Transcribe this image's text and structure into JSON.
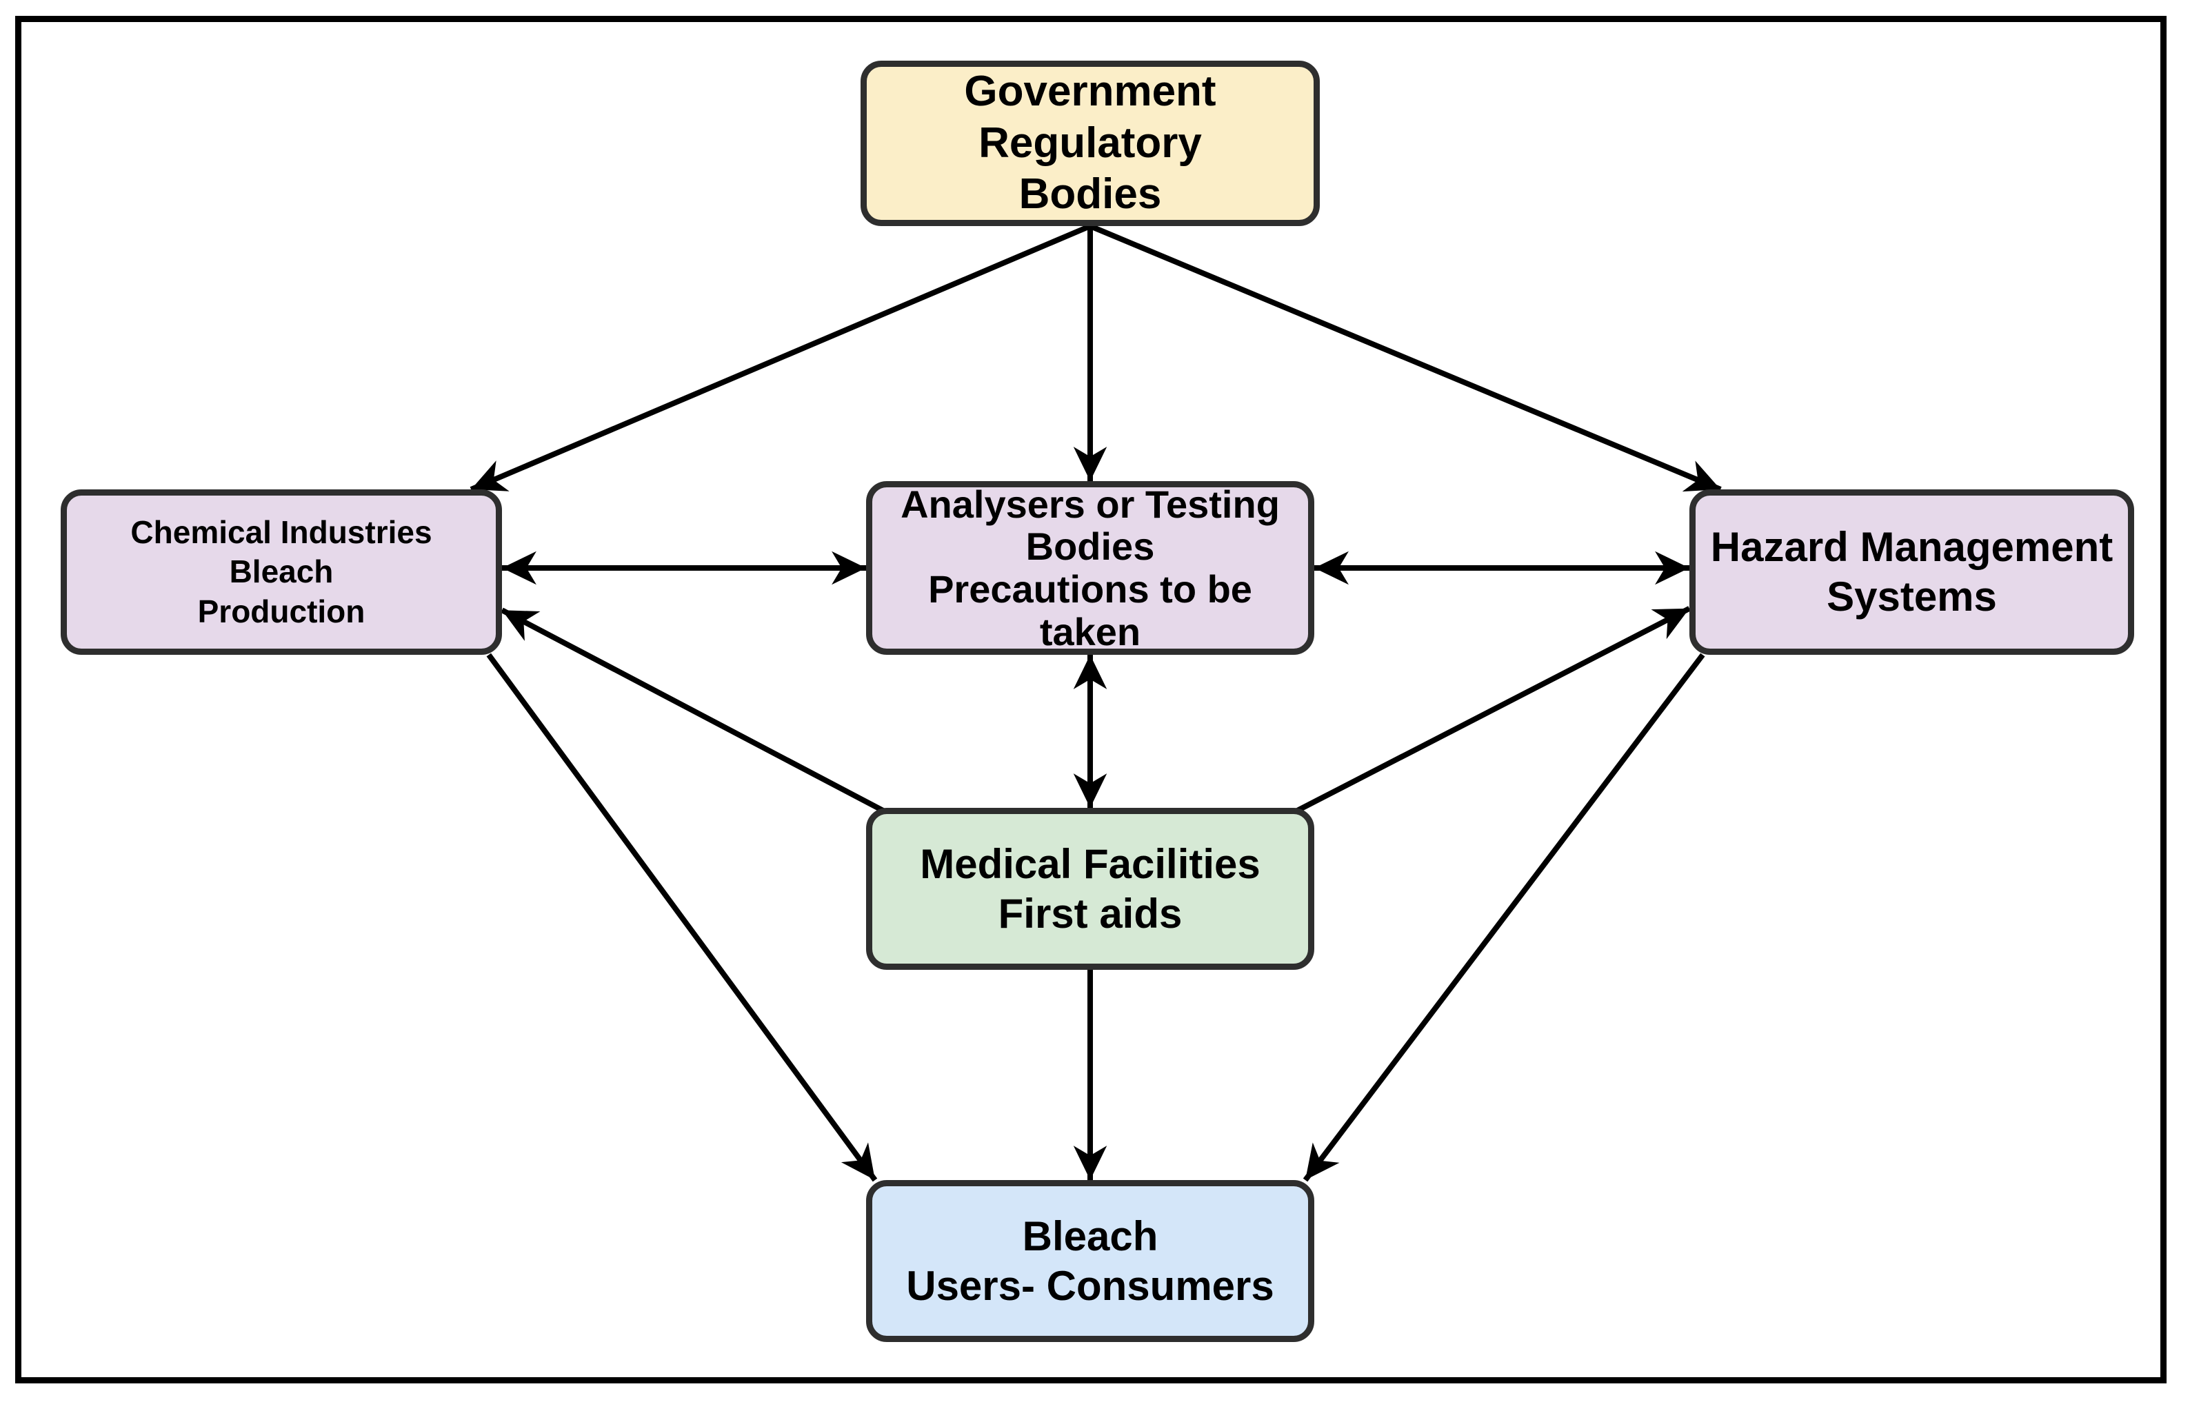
{
  "diagram": {
    "colors": {
      "background": "#FFFFFF",
      "frame": "#000000",
      "node_border": "#2E2E2E",
      "arrow": "#000000",
      "text": "#000000",
      "fill_yellow": "#FBEEC8",
      "fill_purple": "#E6D9EA",
      "fill_green": "#D6E9D5",
      "fill_blue": "#D4E6F9"
    },
    "nodes": {
      "government": {
        "lines": [
          "Government",
          "Regulatory",
          "Bodies"
        ],
        "fill": "#FBEEC8"
      },
      "chemical": {
        "lines": [
          "Chemical Industries",
          "Bleach",
          "Production"
        ],
        "fill": "#E6D9EA"
      },
      "analysers": {
        "lines": [
          "Analysers or Testing",
          "Bodies",
          "Precautions to be",
          "taken"
        ],
        "fill": "#E6D9EA"
      },
      "hazard": {
        "lines": [
          "Hazard Management",
          "Systems"
        ],
        "fill": "#E6D9EA"
      },
      "medical": {
        "lines": [
          "Medical Facilities",
          "First aids"
        ],
        "fill": "#D6E9D5"
      },
      "bleach": {
        "lines": [
          "Bleach",
          "Users- Consumers"
        ],
        "fill": "#D4E6F9"
      }
    },
    "edges": [
      {
        "from": "government",
        "to": "chemical",
        "from_anchor": [
          0.5,
          1
        ],
        "to_anchor": [
          0.93,
          0
        ],
        "arrow_start": false,
        "arrow_end": true
      },
      {
        "from": "government",
        "to": "analysers",
        "from_anchor": [
          0.5,
          1
        ],
        "to_anchor": [
          0.5,
          0
        ],
        "arrow_start": false,
        "arrow_end": true
      },
      {
        "from": "government",
        "to": "hazard",
        "from_anchor": [
          0.5,
          1
        ],
        "to_anchor": [
          0.07,
          0
        ],
        "arrow_start": false,
        "arrow_end": true
      },
      {
        "from": "chemical",
        "to": "analysers",
        "from_anchor": [
          1,
          0.475
        ],
        "to_anchor": [
          0,
          0.5
        ],
        "arrow_start": true,
        "arrow_end": true
      },
      {
        "from": "analysers",
        "to": "hazard",
        "from_anchor": [
          1,
          0.5
        ],
        "to_anchor": [
          0,
          0.475
        ],
        "arrow_start": true,
        "arrow_end": true
      },
      {
        "from": "analysers",
        "to": "medical",
        "from_anchor": [
          0.5,
          1
        ],
        "to_anchor": [
          0.5,
          0
        ],
        "arrow_start": true,
        "arrow_end": true
      },
      {
        "from": "medical",
        "to": "chemical",
        "from_anchor": [
          0.04,
          0.02
        ],
        "to_anchor": [
          1,
          0.73
        ],
        "arrow_start": false,
        "arrow_end": true
      },
      {
        "from": "medical",
        "to": "hazard",
        "from_anchor": [
          0.96,
          0.02
        ],
        "to_anchor": [
          0,
          0.72
        ],
        "arrow_start": false,
        "arrow_end": true
      },
      {
        "from": "chemical",
        "to": "bleach",
        "from_anchor": [
          0.97,
          1
        ],
        "to_anchor": [
          0.02,
          0
        ],
        "arrow_start": false,
        "arrow_end": true
      },
      {
        "from": "hazard",
        "to": "bleach",
        "from_anchor": [
          0.03,
          1
        ],
        "to_anchor": [
          0.98,
          0
        ],
        "arrow_start": false,
        "arrow_end": true
      },
      {
        "from": "medical",
        "to": "bleach",
        "from_anchor": [
          0.5,
          1
        ],
        "to_anchor": [
          0.5,
          0
        ],
        "arrow_start": false,
        "arrow_end": true
      }
    ]
  }
}
